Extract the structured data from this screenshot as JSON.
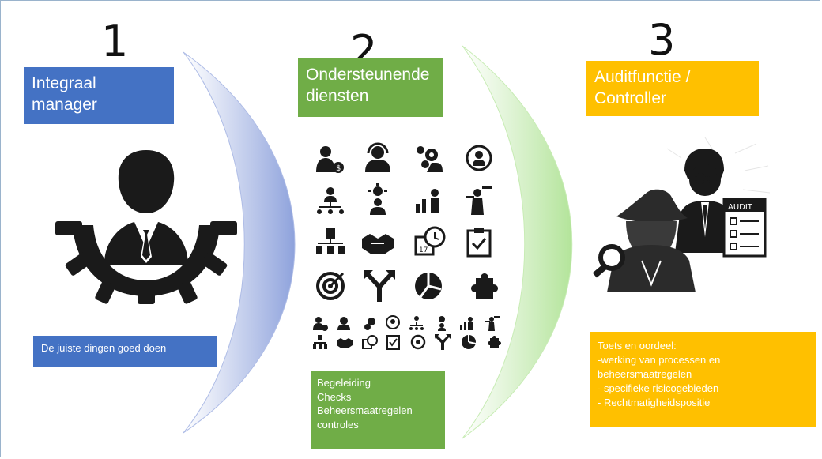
{
  "steps": [
    {
      "number": "1",
      "title": "Integraal manager",
      "title_lines": [
        "Integraal",
        "manager"
      ],
      "description": "De juiste dingen goed doen",
      "color": "#4472c4",
      "icon": "manager-gear-icon"
    },
    {
      "number": "2",
      "title": "Ondersteunende diensten",
      "title_lines": [
        "Ondersteunende",
        "diensten"
      ],
      "description_lines": [
        "Begeleiding",
        "Checks",
        "Beheersmaatregelen",
        "controles"
      ],
      "color": "#70ad47",
      "icon_grid_large": [
        "person-dollar-icon",
        "call-center-icon",
        "person-gears-icon",
        "person-target-icon",
        "org-chart-icon",
        "idea-person-icon",
        "growth-people-icon",
        "presenter-icon",
        "hierarchy-icon",
        "handshake-icon",
        "calendar-clock-icon",
        "checklist-icon",
        "target-icon",
        "decision-arrow-icon",
        "pie-chart-icon",
        "puzzle-icon"
      ],
      "icon_grid_small": [
        "person-dollar-icon",
        "call-center-icon",
        "person-gears-icon",
        "person-target-icon",
        "org-chart-icon",
        "idea-person-icon",
        "growth-people-icon",
        "presenter-icon",
        "hierarchy-icon",
        "handshake-icon",
        "calendar-clock-icon",
        "checklist-icon",
        "target-icon",
        "decision-arrow-icon",
        "pie-chart-icon",
        "puzzle-icon"
      ]
    },
    {
      "number": "3",
      "title": "Auditfunctie / Controller",
      "title_lines": [
        "Auditfunctie /",
        "Controller"
      ],
      "description_lines": [
        "Toets en oordeel:",
        "-werking van processen en",
        "beheersmaatregelen",
        "- specifieke risicogebieden",
        "- Rechtmatigheidspositie"
      ],
      "color": "#ffc000",
      "icon": "auditor-inspector-icon",
      "badge_text": "AUDIT"
    }
  ],
  "colors": {
    "lens_1": "#8ea2dc",
    "lens_2": "#b9e8a0",
    "icon": "#1a1a1a"
  }
}
